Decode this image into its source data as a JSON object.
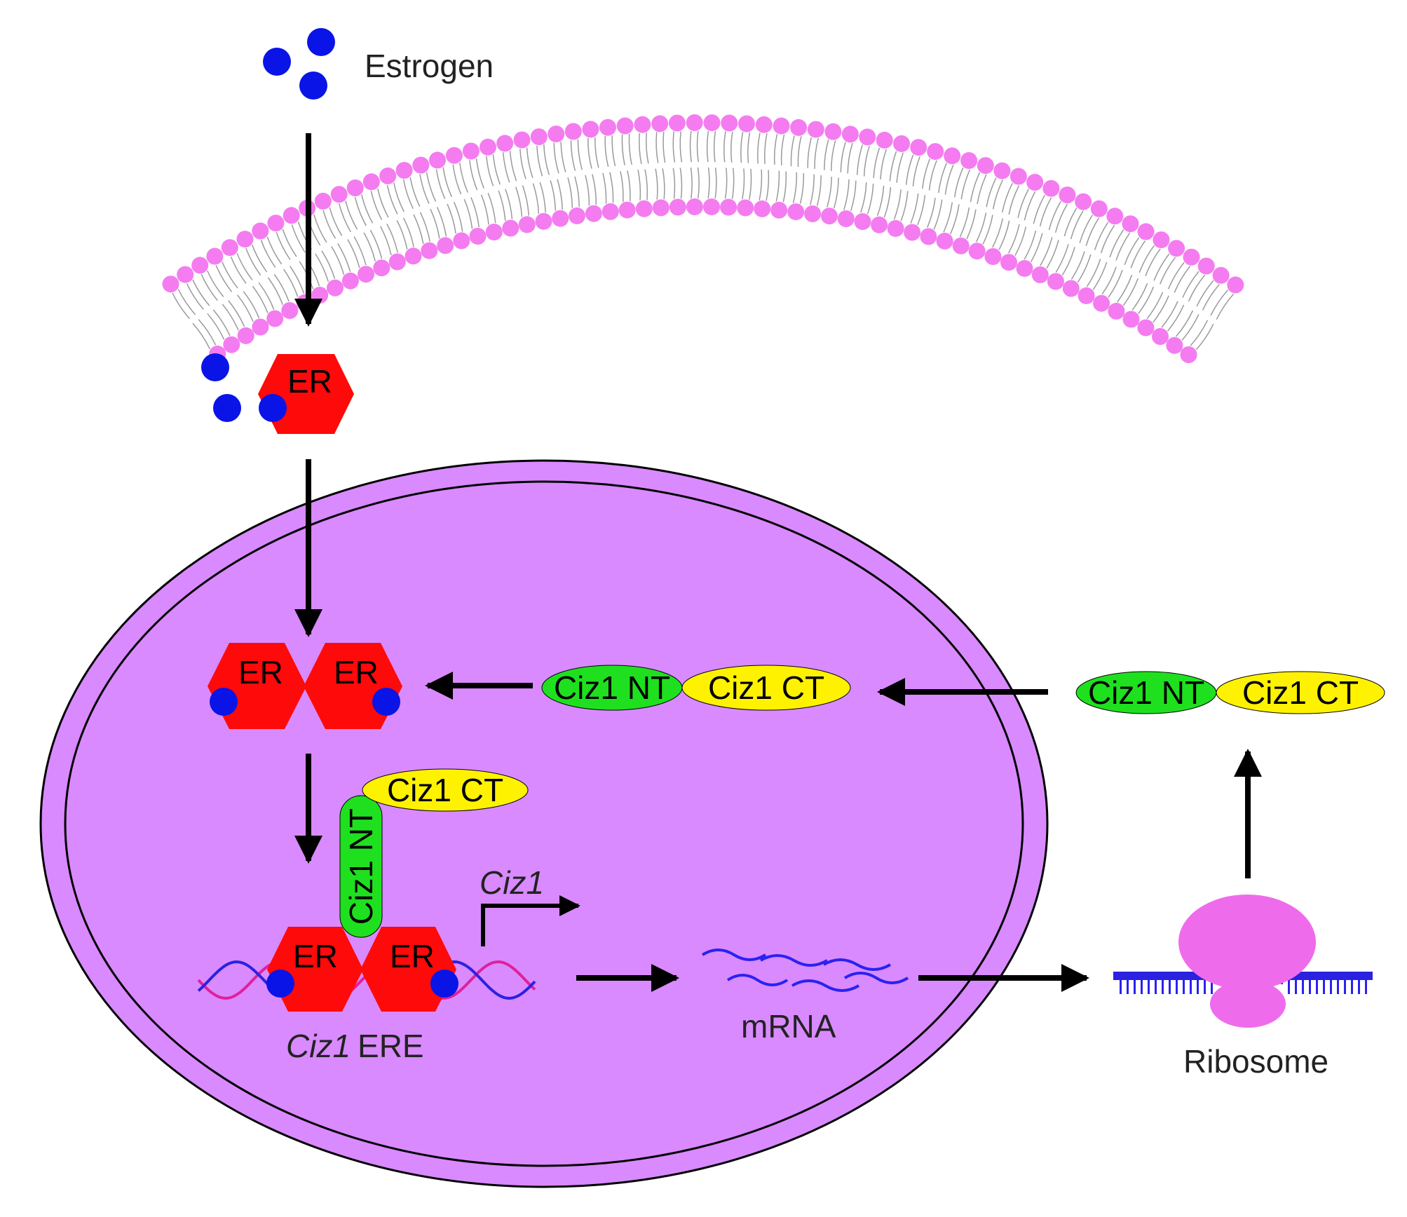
{
  "labels": {
    "estrogen": "Estrogen",
    "er": "ER",
    "ciz1_nt": "Ciz1 NT",
    "ciz1_ct": "Ciz1 CT",
    "ciz1_gene": "Ciz1",
    "ere_gene": "Ciz1",
    "ere_suffix": "ERE",
    "mrna": "mRNA",
    "ribosome": "Ribosome"
  },
  "colors": {
    "estrogen": "#0a14e6",
    "er": "#ff0a0a",
    "ciz1_nt": "#1fe01f",
    "ciz1_ct": "#fff200",
    "nucleus": "#d98aff",
    "membrane_head": "#f47cf0",
    "ribosome": "#ee6cec",
    "mrna": "#2a22f0",
    "dna_strand_a": "#e0209c",
    "dna_strand_b": "#2a22e0"
  }
}
